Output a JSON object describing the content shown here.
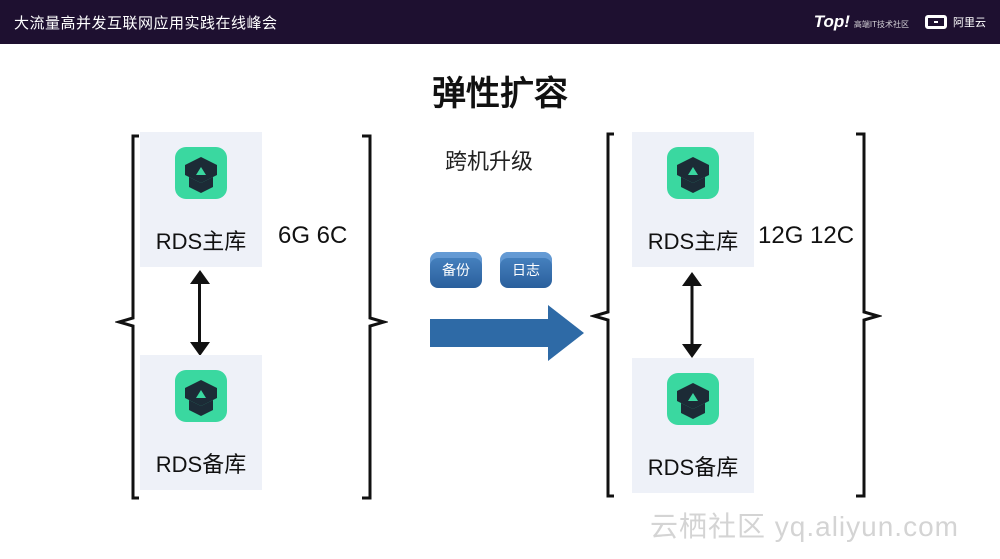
{
  "header": {
    "conference_title": "大流量高并发互联网应用实践在线峰会",
    "top_logo": "Top!",
    "top_logo_sub": "高端IT技术社区",
    "aliyun_logo": "阿里云"
  },
  "slide": {
    "title": "弹性扩容",
    "migration_label": "跨机升级",
    "left": {
      "primary_label": "RDS主库",
      "standby_label": "RDS备库",
      "spec": "6G 6C"
    },
    "right": {
      "primary_label": "RDS主库",
      "standby_label": "RDS备库",
      "spec": "12G 12C"
    },
    "transfer_items": [
      "备份",
      "日志"
    ],
    "arrow_color": "#2e6aa6",
    "icon_color": "#3ad8a0"
  },
  "watermark": "云栖社区 yq.aliyun.com"
}
